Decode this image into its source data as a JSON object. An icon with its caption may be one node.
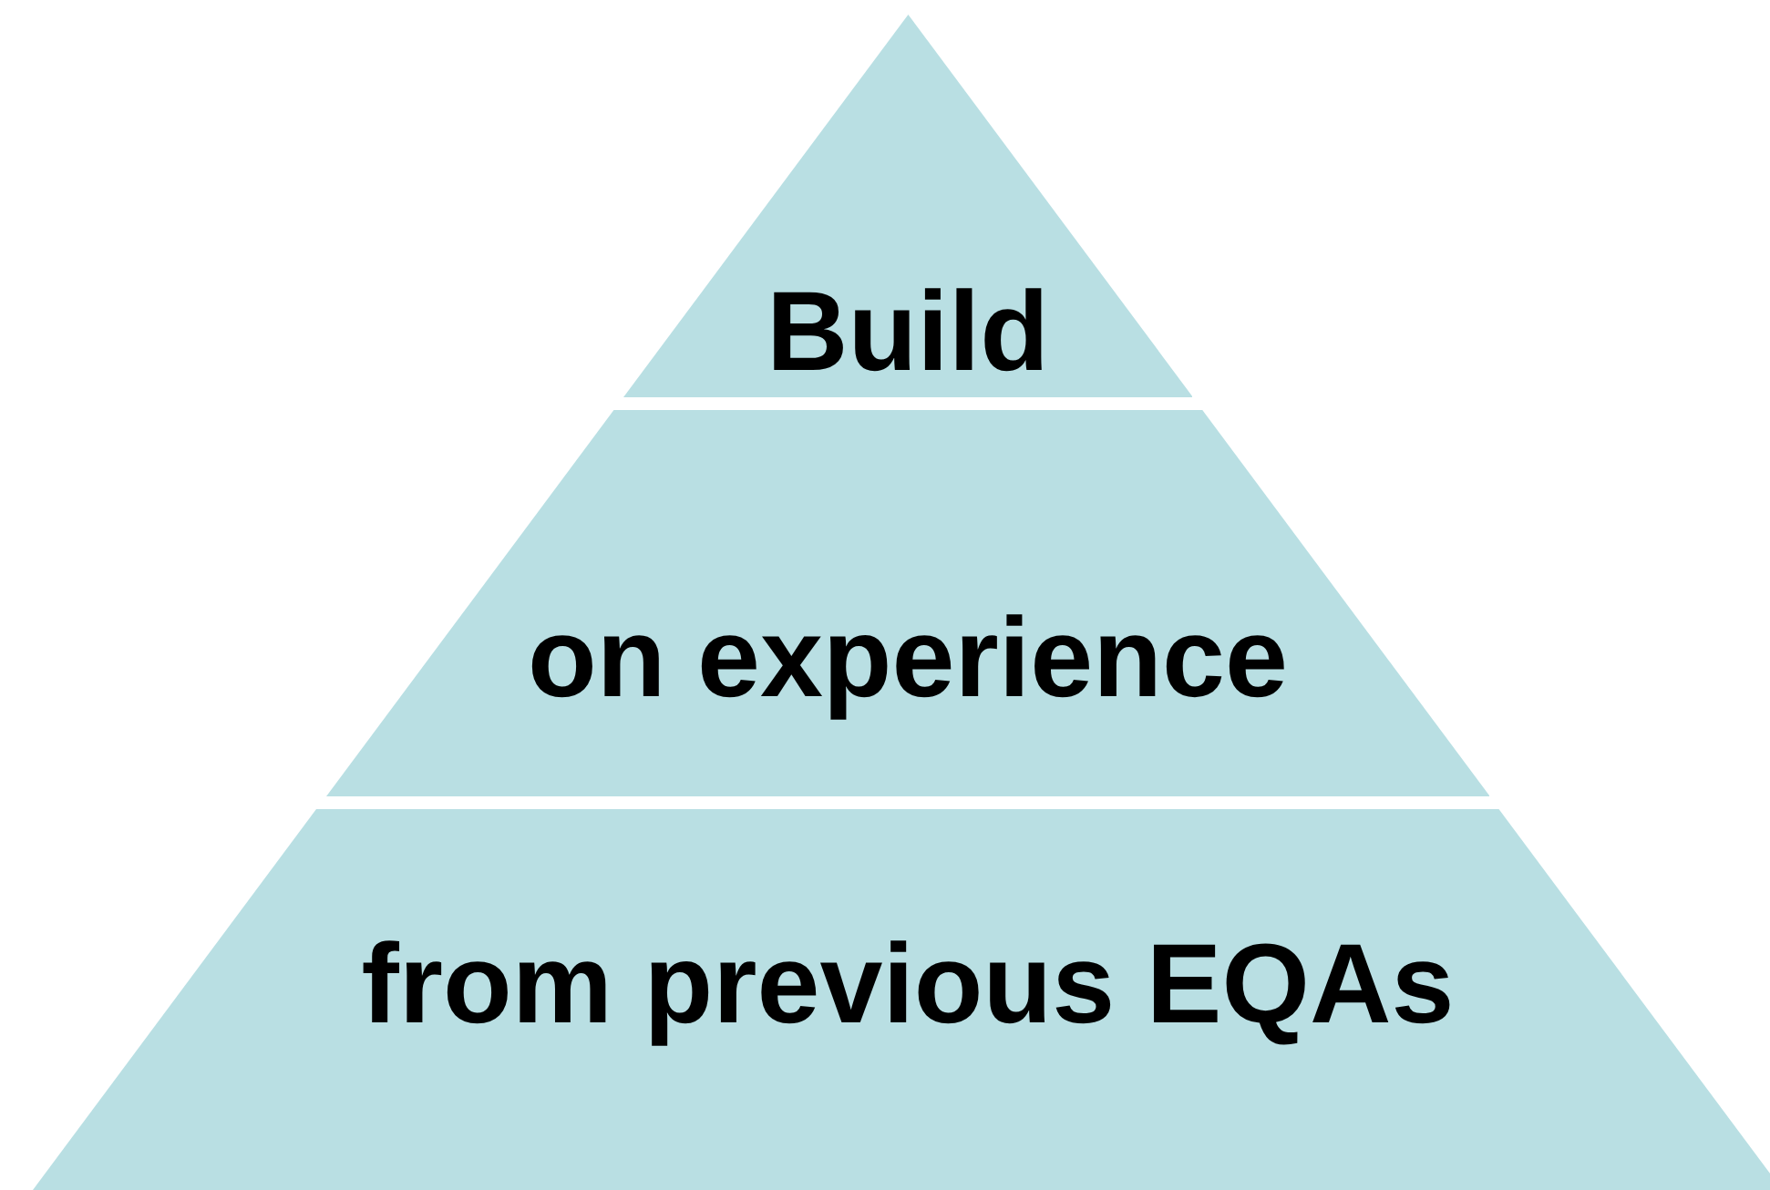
{
  "diagram": {
    "nodes": [
      {
        "text": [
          "Build"
        ]
      },
      {
        "text": [
          "on experience"
        ]
      },
      {
        "text": [
          "from previous EQAs"
        ]
      }
    ]
  }
}
